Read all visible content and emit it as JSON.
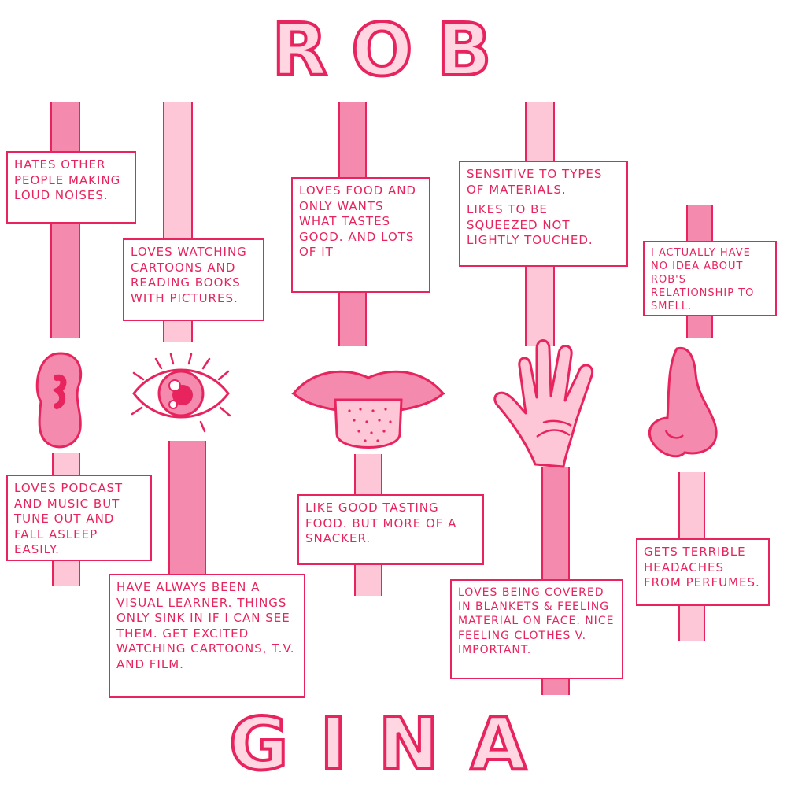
{
  "titles": {
    "top": "ROB",
    "bottom": "GINA"
  },
  "colors": {
    "ink": "#e8245e",
    "post_dark": "#f48aae",
    "post_light": "#fdc7d8",
    "fill_light": "#ffd6e2"
  },
  "rob_notes": {
    "hearing": "HATES OTHER PEOPLE MAKING LOUD NOISES.",
    "sight": "LOVES WATCHING CARTOONS AND READING BOOKS WITH PICTURES.",
    "taste": "LOVES FOOD AND ONLY WANTS WHAT TASTES GOOD. AND LOTS OF IT",
    "touch_line1": "SENSITIVE TO TYPES OF MATERIALS.",
    "touch_line2": "LIKES TO BE SQUEEZED NOT LIGHTLY TOUCHED.",
    "smell": "I ACTUALLY HAVE NO IDEA ABOUT ROB'S RELATIONSHIP TO SMELL."
  },
  "gina_notes": {
    "hearing": "LOVES PODCAST AND MUSIC BUT TUNE OUT AND FALL ASLEEP EASILY.",
    "sight": "HAVE ALWAYS BEEN A VISUAL LEARNER. THINGS ONLY SINK IN IF I CAN SEE THEM. GET EXCITED WATCHING CARTOONS, T.V. AND FILM.",
    "taste": "LIKE GOOD TASTING FOOD. BUT MORE OF A SNACKER.",
    "touch": "LOVES BEING COVERED IN BLANKETS & FEELING MATERIAL ON FACE. NICE FEELING CLOTHES V. IMPORTANT.",
    "smell": "GETS TERRIBLE HEADACHES FROM PERFUMES."
  },
  "icons": [
    "ear-icon",
    "eye-icon",
    "mouth-icon",
    "hand-icon",
    "nose-icon"
  ]
}
